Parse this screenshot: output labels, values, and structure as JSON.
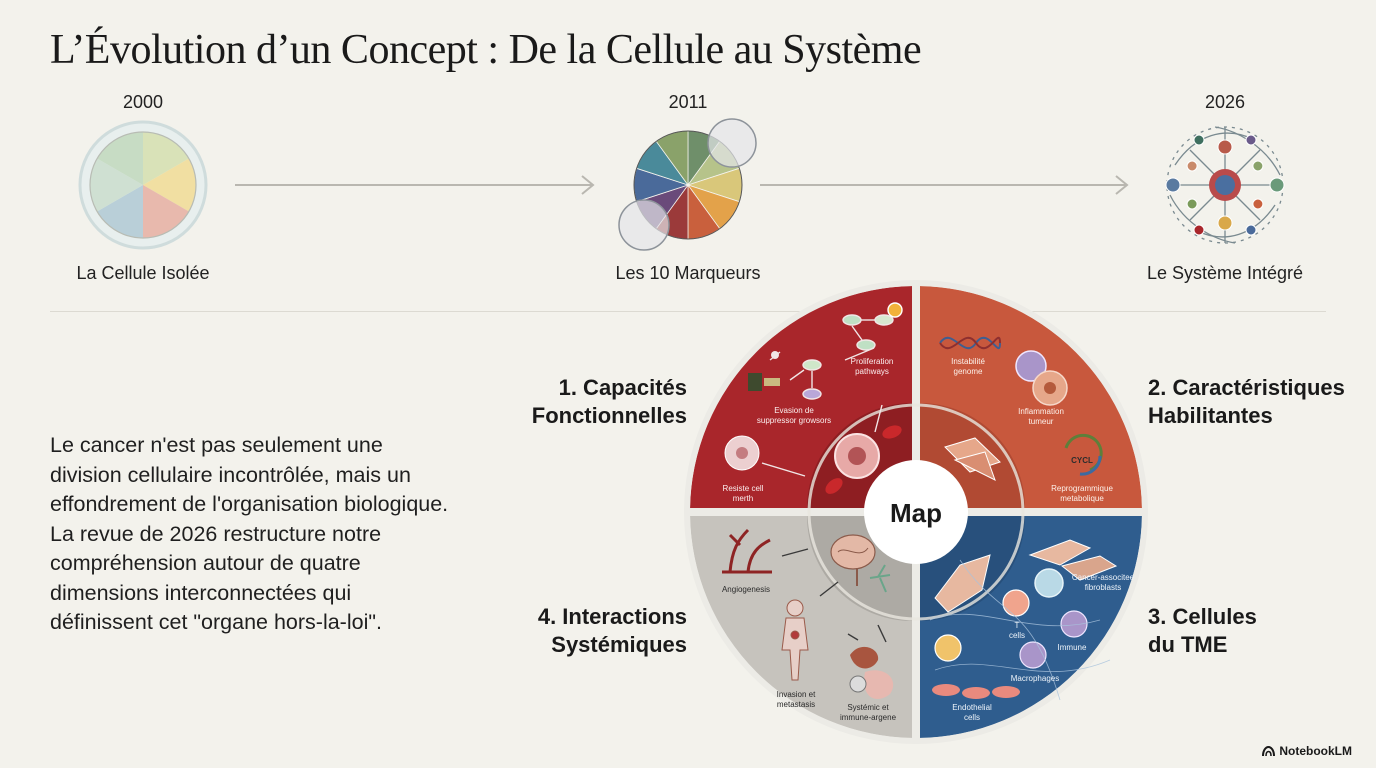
{
  "title": "L’Évolution d’un Concept : De la Cellule au Système",
  "timeline": {
    "stages": [
      {
        "year": "2000",
        "label": "La Cellule Isolée"
      },
      {
        "year": "2011",
        "label": "Les 10 Marqueurs"
      },
      {
        "year": "2026",
        "label": "Le Système Intégré"
      }
    ]
  },
  "description": {
    "p1": "Le cancer n'est pas seulement une division cellulaire incontrôlée, mais un effondrement de l'organisation biologique.",
    "p2": "La revue de 2026 restructure notre compréhension autour de quatre dimensions interconnectées qui définissent cet \"organe hors-la-loi\"."
  },
  "map": {
    "center": "Map",
    "quadrants": [
      {
        "line1": "1. Capacités",
        "line2": "Fonctionnelles",
        "color": "#a9262b",
        "labels": [
          "Proliferation pathways",
          "Evasion de suppressor growsors",
          "Resiste cell merth"
        ]
      },
      {
        "line1": "2. Caractéristiques",
        "line2": "Habilitantes",
        "color": "#c8583d",
        "labels": [
          "Instabilité genome",
          "Inflammation tumeur",
          "Reprogrammique metabolique",
          "CYCL"
        ]
      },
      {
        "line1": "3. Cellules",
        "line2": "du TME",
        "color": "#2f5d8e",
        "labels": [
          "Cancer-associtee fibroblasts",
          "T cells",
          "Immune",
          "Macrophages",
          "Endothelial cells"
        ]
      },
      {
        "line1": "4. Interactions",
        "line2": "Systémiques",
        "color": "#b7b4ae",
        "labels": [
          "Angiogenesis",
          "Invasion et metastasis",
          "Systémic et immune-argene"
        ]
      }
    ]
  },
  "brand": "NotebookLM"
}
